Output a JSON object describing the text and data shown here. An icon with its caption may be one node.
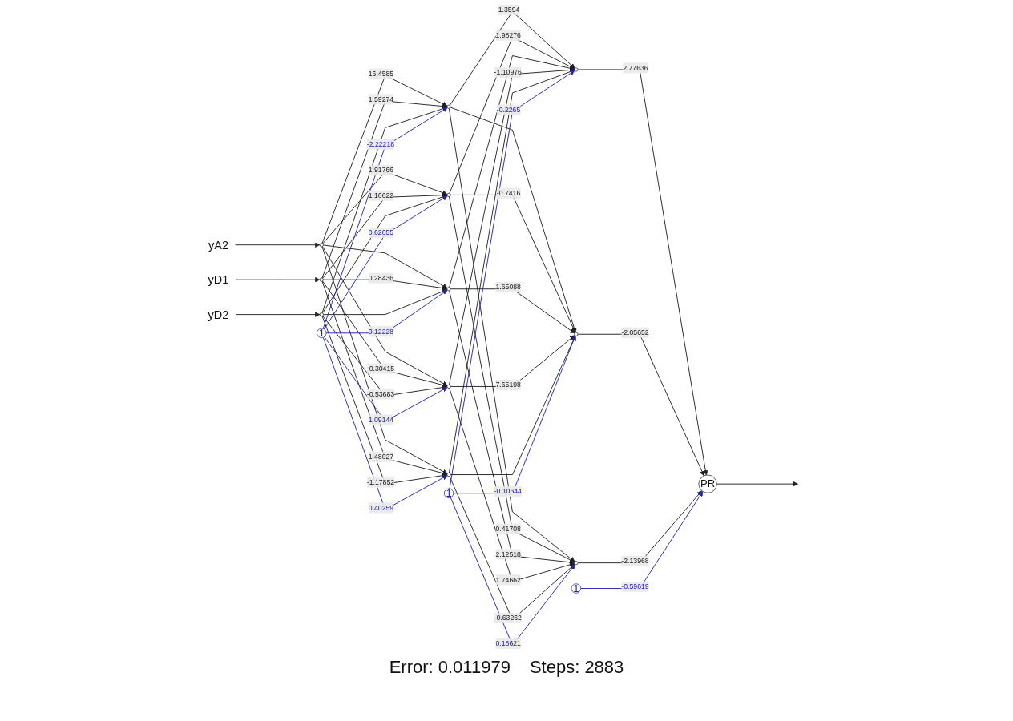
{
  "diagram": {
    "nodes": [
      {
        "text": [
          "yA2"
        ]
      },
      {
        "text": [
          "yD1"
        ]
      },
      {
        "text": [
          "yD2"
        ]
      },
      {
        "text": [],
        "shape": "circle"
      },
      {
        "text": [],
        "shape": "circle"
      },
      {
        "text": [],
        "shape": "circle"
      },
      {
        "text": [
          "1"
        ]
      },
      {
        "text": [],
        "shape": "circle"
      },
      {
        "text": [],
        "shape": "circle"
      },
      {
        "text": [],
        "shape": "circle"
      },
      {
        "text": [],
        "shape": "circle"
      },
      {
        "text": [],
        "shape": "circle"
      },
      {
        "text": [
          "1"
        ]
      },
      {
        "text": [],
        "shape": "circle"
      },
      {
        "text": [],
        "shape": "circle"
      },
      {
        "text": [],
        "shape": "circle"
      },
      {
        "text": [
          "1"
        ]
      },
      {
        "text": [
          "PR"
        ]
      }
    ],
    "edges": [
      {
        "from": 0,
        "to": 3,
        "arrow": "to"
      },
      {
        "from": 1,
        "to": 4,
        "arrow": "to"
      },
      {
        "from": 2,
        "to": 5,
        "arrow": "to"
      },
      {
        "from": 3,
        "to": 7,
        "arrow": "to",
        "label": "16.4585"
      },
      {
        "from": 3,
        "to": 8,
        "arrow": "to",
        "label": "1.91766"
      },
      {
        "from": 3,
        "to": 9,
        "arrow": "to"
      },
      {
        "from": 3,
        "to": 10,
        "arrow": "to"
      },
      {
        "from": 3,
        "to": 11,
        "arrow": "to"
      },
      {
        "from": 4,
        "to": 7,
        "arrow": "to",
        "label": "1.59274"
      },
      {
        "from": 4,
        "to": 8,
        "arrow": "to",
        "label": "1.16622"
      },
      {
        "from": 4,
        "to": 9,
        "arrow": "to",
        "label": "0.28436"
      },
      {
        "from": 4,
        "to": 10,
        "arrow": "to",
        "label": "-0.30415"
      },
      {
        "from": 4,
        "to": 11,
        "arrow": "to",
        "label": "1.48027"
      },
      {
        "from": 5,
        "to": 7,
        "arrow": "to"
      },
      {
        "from": 5,
        "to": 8,
        "arrow": "to"
      },
      {
        "from": 5,
        "to": 9,
        "arrow": "to"
      },
      {
        "from": 5,
        "to": 10,
        "arrow": "to",
        "label": "-0.53683"
      },
      {
        "from": 5,
        "to": 11,
        "arrow": "to",
        "label": "-1.17852"
      },
      {
        "from": 6,
        "to": 7,
        "arrow": "to",
        "label": "-2.22218",
        "color": "#2323b4"
      },
      {
        "from": 6,
        "to": 8,
        "arrow": "to",
        "label": "0.62055",
        "color": "#2323b4"
      },
      {
        "from": 6,
        "to": 9,
        "arrow": "to",
        "label": "0.12228",
        "color": "#2323b4"
      },
      {
        "from": 6,
        "to": 10,
        "arrow": "to",
        "label": "1.09144",
        "color": "#2323b4"
      },
      {
        "from": 6,
        "to": 11,
        "arrow": "to",
        "label": "0.40259",
        "color": "#2323b4"
      },
      {
        "from": 7,
        "to": 13,
        "arrow": "to",
        "label": "1.3594"
      },
      {
        "from": 7,
        "to": 14,
        "arrow": "to"
      },
      {
        "from": 7,
        "to": 15,
        "arrow": "to"
      },
      {
        "from": 8,
        "to": 13,
        "arrow": "to",
        "label": "1.98276"
      },
      {
        "from": 8,
        "to": 14,
        "arrow": "to",
        "label": "-0.7416"
      },
      {
        "from": 8,
        "to": 15,
        "arrow": "to",
        "label": "0.41708"
      },
      {
        "from": 9,
        "to": 13,
        "arrow": "to"
      },
      {
        "from": 9,
        "to": 14,
        "arrow": "to",
        "label": "1.65088"
      },
      {
        "from": 9,
        "to": 15,
        "arrow": "to",
        "label": "2.12518"
      },
      {
        "from": 10,
        "to": 13,
        "arrow": "to",
        "label": "-1.10976"
      },
      {
        "from": 10,
        "to": 14,
        "arrow": "to",
        "label": "7.65198"
      },
      {
        "from": 10,
        "to": 15,
        "arrow": "to",
        "label": "1.74662"
      },
      {
        "from": 11,
        "to": 13,
        "arrow": "to"
      },
      {
        "from": 11,
        "to": 14,
        "arrow": "to"
      },
      {
        "from": 11,
        "to": 15,
        "arrow": "to",
        "label": "-0.63262"
      },
      {
        "from": 12,
        "to": 13,
        "arrow": "to",
        "label": "-0.2265",
        "color": "#2323b4"
      },
      {
        "from": 12,
        "to": 14,
        "arrow": "to",
        "label": "-0.10644",
        "color": "#2323b4"
      },
      {
        "from": 12,
        "to": 15,
        "arrow": "to",
        "label": "0.18621",
        "color": "#2323b4"
      },
      {
        "from": 13,
        "to": 17,
        "arrow": "to",
        "label": "2.77636"
      },
      {
        "from": 14,
        "to": 17,
        "arrow": "to",
        "label": "-2.05652"
      },
      {
        "from": 15,
        "to": 17,
        "arrow": "to",
        "label": "-2.13968"
      },
      {
        "from": 16,
        "to": 17,
        "arrow": "to",
        "label": "-0.59619",
        "color": "#2323b4"
      },
      {
        "from": 17,
        "to": null,
        "arrow": "to"
      }
    ],
    "labels": [
      "Error: 0.011979",
      "Steps: 2883"
    ]
  }
}
